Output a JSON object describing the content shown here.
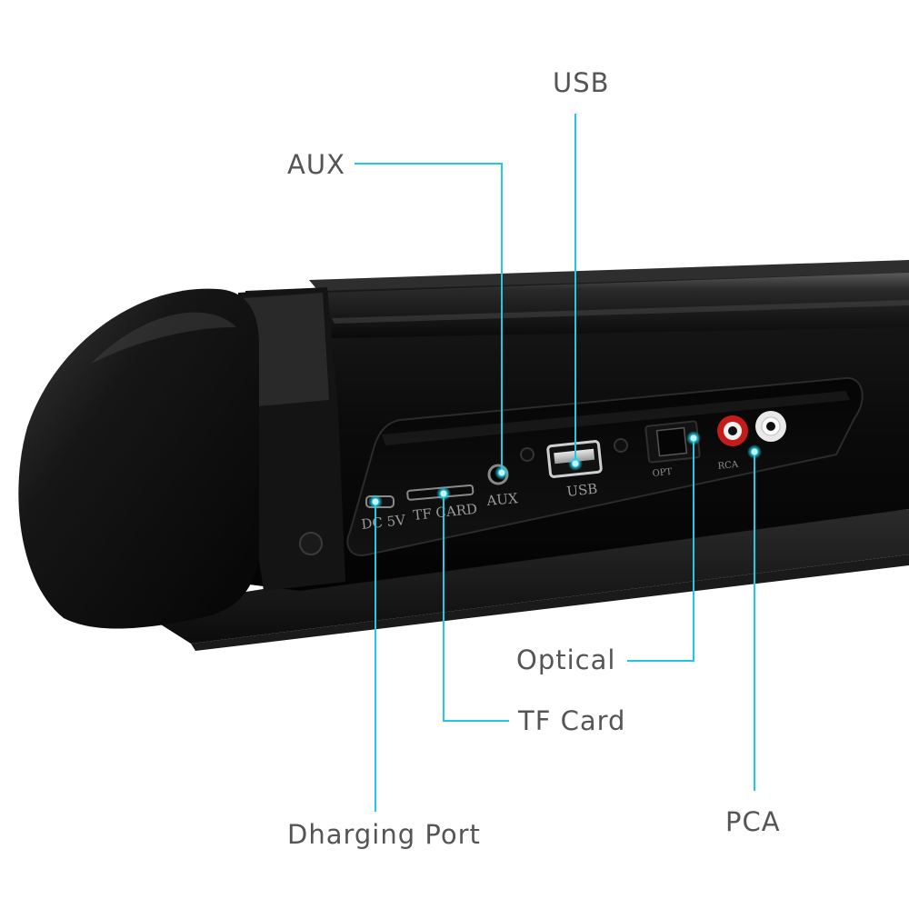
{
  "callouts": {
    "usb": "USB",
    "aux": "AUX",
    "optical": "Optical",
    "tf_card": "TF Card",
    "charging_port": "Dharging Port",
    "pca": "PCA"
  },
  "panel_labels": {
    "dc": "DC 5V",
    "tf": "TF CARD",
    "aux": "AUX",
    "usb": "USB",
    "opt": "OPT",
    "rca": "RCA"
  },
  "colors": {
    "leader_line": "#22c9e2",
    "leader_dot": "#22d3ec",
    "callout_text": "#555555",
    "speaker_body": "#0d0d0d",
    "rca_red": "#d62020",
    "rca_white": "#f0f0f0"
  }
}
